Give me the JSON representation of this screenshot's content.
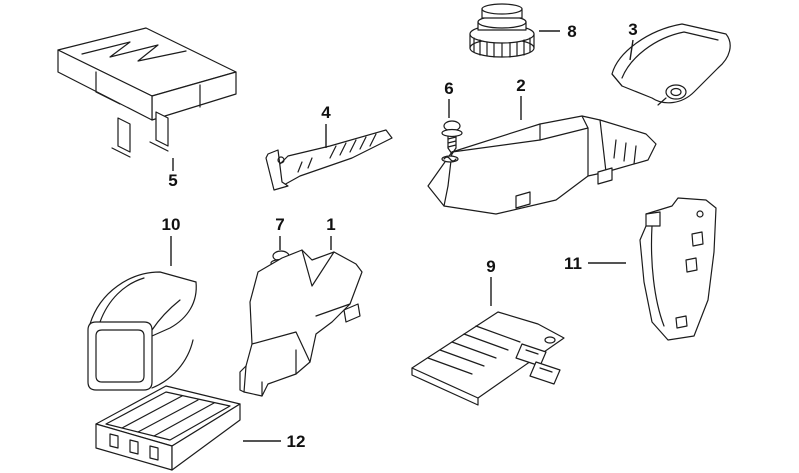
{
  "diagram": {
    "type": "exploded-parts-line-drawing",
    "background_color": "#ffffff",
    "line_color": "#1c1c1c",
    "callouts": {
      "1": "1",
      "2": "2",
      "3": "3",
      "4": "4",
      "5": "5",
      "6": "6",
      "7": "7",
      "8": "8",
      "9": "9",
      "10": "10",
      "11": "11",
      "12": "12"
    }
  }
}
